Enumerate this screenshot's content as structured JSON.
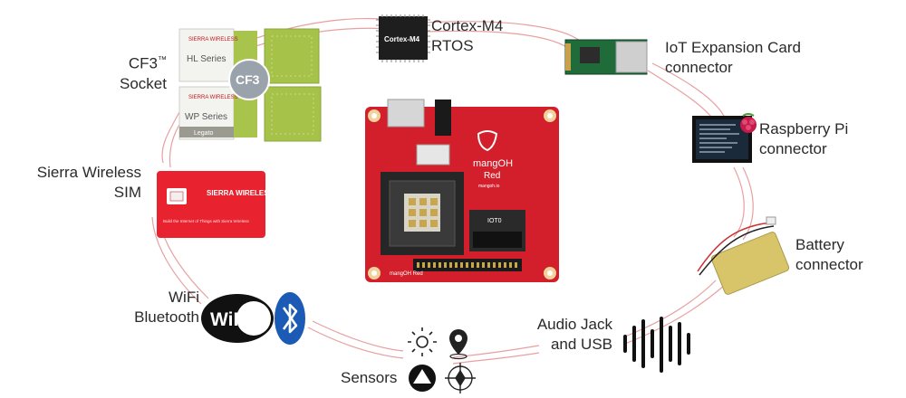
{
  "labels": {
    "cf3_line1": "CF3",
    "cf3_tm": "™",
    "cf3_line2": "Socket",
    "cortex_line1": "Cortex-M4",
    "cortex_line2": "RTOS",
    "iot_line1": "IoT Expansion Card",
    "iot_line2": "connector",
    "rpi_line1": "Raspberry Pi",
    "rpi_line2": "connector",
    "sim_line1": "Sierra Wireless",
    "sim_line2": "SIM",
    "battery_line1": "Battery",
    "battery_line2": "connector",
    "wifi_line1": "WiFi",
    "wifi_line2": "Bluetooth",
    "audio_line1": "Audio Jack",
    "audio_line2": "and USB",
    "sensors": "Sensors"
  },
  "images": {
    "module_brand": "SIERRA WIRELESS",
    "module_hl": "HL Series",
    "module_wp": "WP Series",
    "module_legato": "Legato",
    "cf3_badge": "CF3",
    "chip_text": "Cortex-M4",
    "sim_brand": "SIERRA WIRELESS",
    "sim_tagline": "Build the Internet of Things with Sierra Wireless",
    "board_name": "mangOH",
    "board_variant": "Red",
    "board_url": "mangoh.io",
    "board_silk_iot": "IOT0",
    "board_silk_bottom": "mangOH Red",
    "wifi_logo": "WiFi"
  },
  "colors": {
    "board_red": "#d21f2b",
    "sim_red": "#e8222e",
    "ring_line": "#e8a0a0",
    "chip_black": "#1e1e1e",
    "module_green": "#9bbf3c",
    "bluetooth_blue": "#1c5bb5"
  },
  "icons": [
    "sun-icon",
    "location-pin-icon",
    "mountain-icon",
    "compass-icon",
    "bluetooth-icon",
    "raspberry-icon",
    "sound-wave-icon"
  ]
}
